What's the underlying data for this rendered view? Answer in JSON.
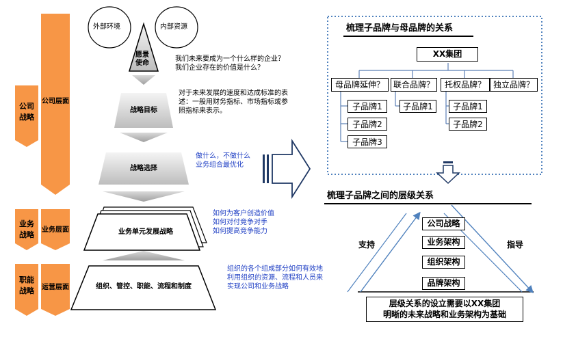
{
  "left": {
    "circles": [
      "外部环境",
      "内部资源"
    ],
    "vision": "愿景\n使命",
    "levels": [
      {
        "group": "公司\n战略",
        "layer": "公司层面"
      },
      {
        "group": "业务\n战略",
        "layer": "业务层面"
      },
      {
        "group": "职能\n战略",
        "layer": "运营层面"
      }
    ],
    "steps": [
      "战略目标",
      "战略选择",
      "业务单元发展战略",
      "组织、管控、职能、流程和制度"
    ],
    "notes": [
      "我们未来要成为一个什么样的企业？\n我们企业存在的价值是什么？",
      "对于未来发展的速度和达成标准的表\n述：一般用财务指标、市场指标或参\n照指标来表示。",
      "做什么，不做什么\n业务组合最优化",
      "如何为客户创造价值\n如何对付竞争对手\n如何提高竞争能力",
      "组织的各个组成部分如何有效地\n利用组织的资源、流程和人员来\n实现公司和业务战略"
    ]
  },
  "top_right": {
    "title": "梳理子品牌与母品牌的关系",
    "root": "XX集团",
    "branches": [
      {
        "label": "母品牌延伸？",
        "children": [
          "子品牌1",
          "子品牌2",
          "子品牌3"
        ]
      },
      {
        "label": "联合品牌？",
        "children": [
          "子品牌1"
        ]
      },
      {
        "label": "托权品牌？",
        "children": [
          "子品牌1",
          "子品牌2"
        ]
      },
      {
        "label": "独立品牌？",
        "children": []
      }
    ]
  },
  "bottom_right": {
    "title": "梳理子品牌之间的层级关系",
    "support": "支持",
    "guide": "指导",
    "levels": [
      "公司战略",
      "业务架构",
      "组织架构",
      "品牌架构"
    ],
    "footer": "层级关系的设立需要以XX集团\n明晰的未来战略和业务架构为基础"
  },
  "colors": {
    "orange": "#f79646",
    "blue_text": "#1f3fc4",
    "dotted_border": "#4f81bd",
    "gray_light": "#e6e6e6",
    "gray_dark": "#a6a6a6"
  }
}
